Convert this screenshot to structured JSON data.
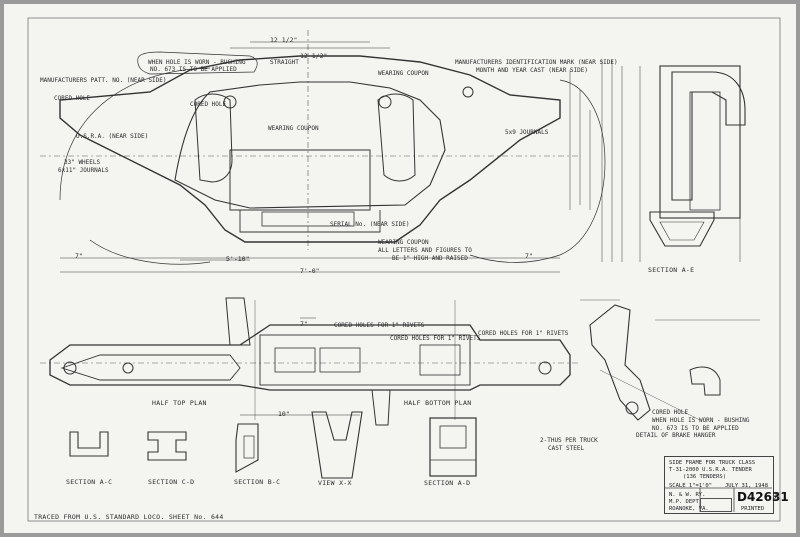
{
  "labels": {
    "hole_note_1": "WHEN HOLE IS WORN - BUSHING",
    "hole_note_2": "NO. 673 IS TO BE APPLIED",
    "manufacturer_mark": "MANUFACTURERS PATT. NO. (NEAR SIDE)",
    "cored_hole_tl": "CORED HOLE",
    "usra_label": "U.S.R.A. (NEAR SIDE)",
    "wheels": "33\" WHEELS",
    "journals": "6x11\" JOURNALS",
    "cored_hole_pin": "CORED HOLE",
    "straight": "STRAIGHT",
    "wearing_coupon": "WEARING COUPON",
    "identification_mark": "MANUFACTURERS IDENTIFICATION MARK (NEAR SIDE)",
    "month_year_cast": "MONTH AND YEAR CAST (NEAR SIDE)",
    "journals_near_side": "5x9 JOURNALS",
    "wearing_coupon_inner": "WEARING COUPON",
    "serial_no": "SERIAL No. (NEAR SIDE)",
    "wearing_coupon_note": "WEARING COUPON",
    "letters_figures_note": "ALL LETTERS AND FIGURES TO",
    "high_raised_note": "BE 1\" HIGH AND RAISED",
    "section_a_e": "SECTION A-E",
    "cored_holes_1": "CORED HOLES FOR 1\" RIVETS",
    "cored_holes_2": "CORED HOLES FOR 1\" RIVETS",
    "cored_holes_3": "CORED HOLES FOR 1\" RIVETS",
    "half_top_plan": "HALF TOP PLAN",
    "half_bottom_plan": "HALF BOTTOM PLAN",
    "per_truck": "2-THUS PER TRUCK",
    "cast_steel": "CAST STEEL",
    "cored_hole_brake": "CORED HOLE",
    "worn_bushing": "WHEN HOLE IS WORN - BUSHING",
    "applied": "NO. 673 IS TO BE APPLIED",
    "brake_hanger_detail": "DETAIL OF BRAKE HANGER",
    "section_a_c": "SECTION A-C",
    "section_c_d": "SECTION C-D",
    "section_b_c": "SECTION B-C",
    "view_x_x": "VIEW X-X",
    "section_a_d": "SECTION A-D",
    "traced_from": "TRACED FROM U.S. STANDARD LOCO. SHEET No. 644"
  },
  "dimensions": {
    "d1": "12 1/2\"",
    "d2": "12 1/2\"",
    "d3": "5'-10\"",
    "d4": "7'-0\"",
    "d5": "7\"",
    "d6": "7\"",
    "d7": "10\"",
    "d8": "7\""
  },
  "title_block": {
    "line1": "SIDE FRAME FOR TRUCK CLASS",
    "line2": "T-31-2000 U.S.R.A. TENDER",
    "line3": "(136 TENDERS)",
    "scale": "SCALE 1\"=1'0\"",
    "date": "JULY 31, 1948",
    "railway": "N. & W. RY.",
    "department": "M.P. DEPT.",
    "location": "ROANOKE, VA.",
    "drawing_no": "D42631",
    "printed": "PRINTED",
    "check": "X"
  }
}
